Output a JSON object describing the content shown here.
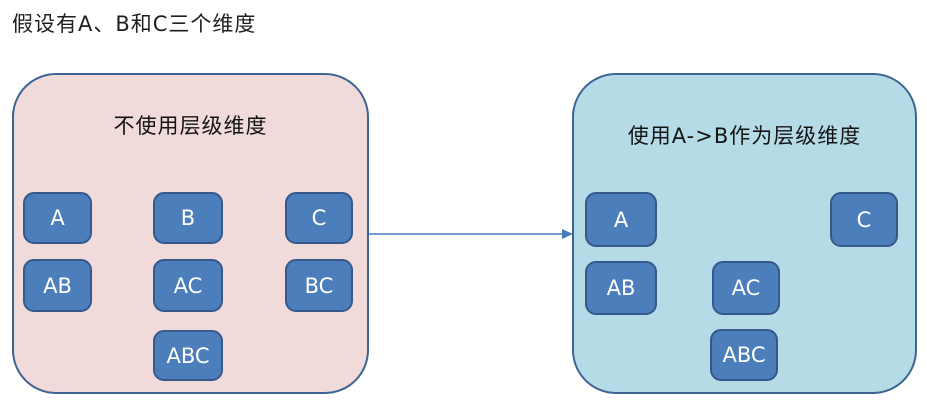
{
  "title": "假设有A、B和C三个维度",
  "left_panel": {
    "title": "不使用层级维度",
    "boxes": [
      "A",
      "B",
      "C",
      "AB",
      "AC",
      "BC",
      "ABC"
    ]
  },
  "right_panel": {
    "title": "使用A->B作为层级维度",
    "boxes": [
      "A",
      "C",
      "AB",
      "AC",
      "ABC"
    ]
  },
  "colors": {
    "box-fill": "#4C7EBB",
    "box-border": "#36598C",
    "panel-border": "#3D6493",
    "left-panel-bg": "#F0DBDA",
    "right-panel-bg": "#B5DBE7",
    "arrow-color": "#4A7EBB",
    "title-text": "#1F1F1F",
    "box-text": "#FFFFFF"
  }
}
